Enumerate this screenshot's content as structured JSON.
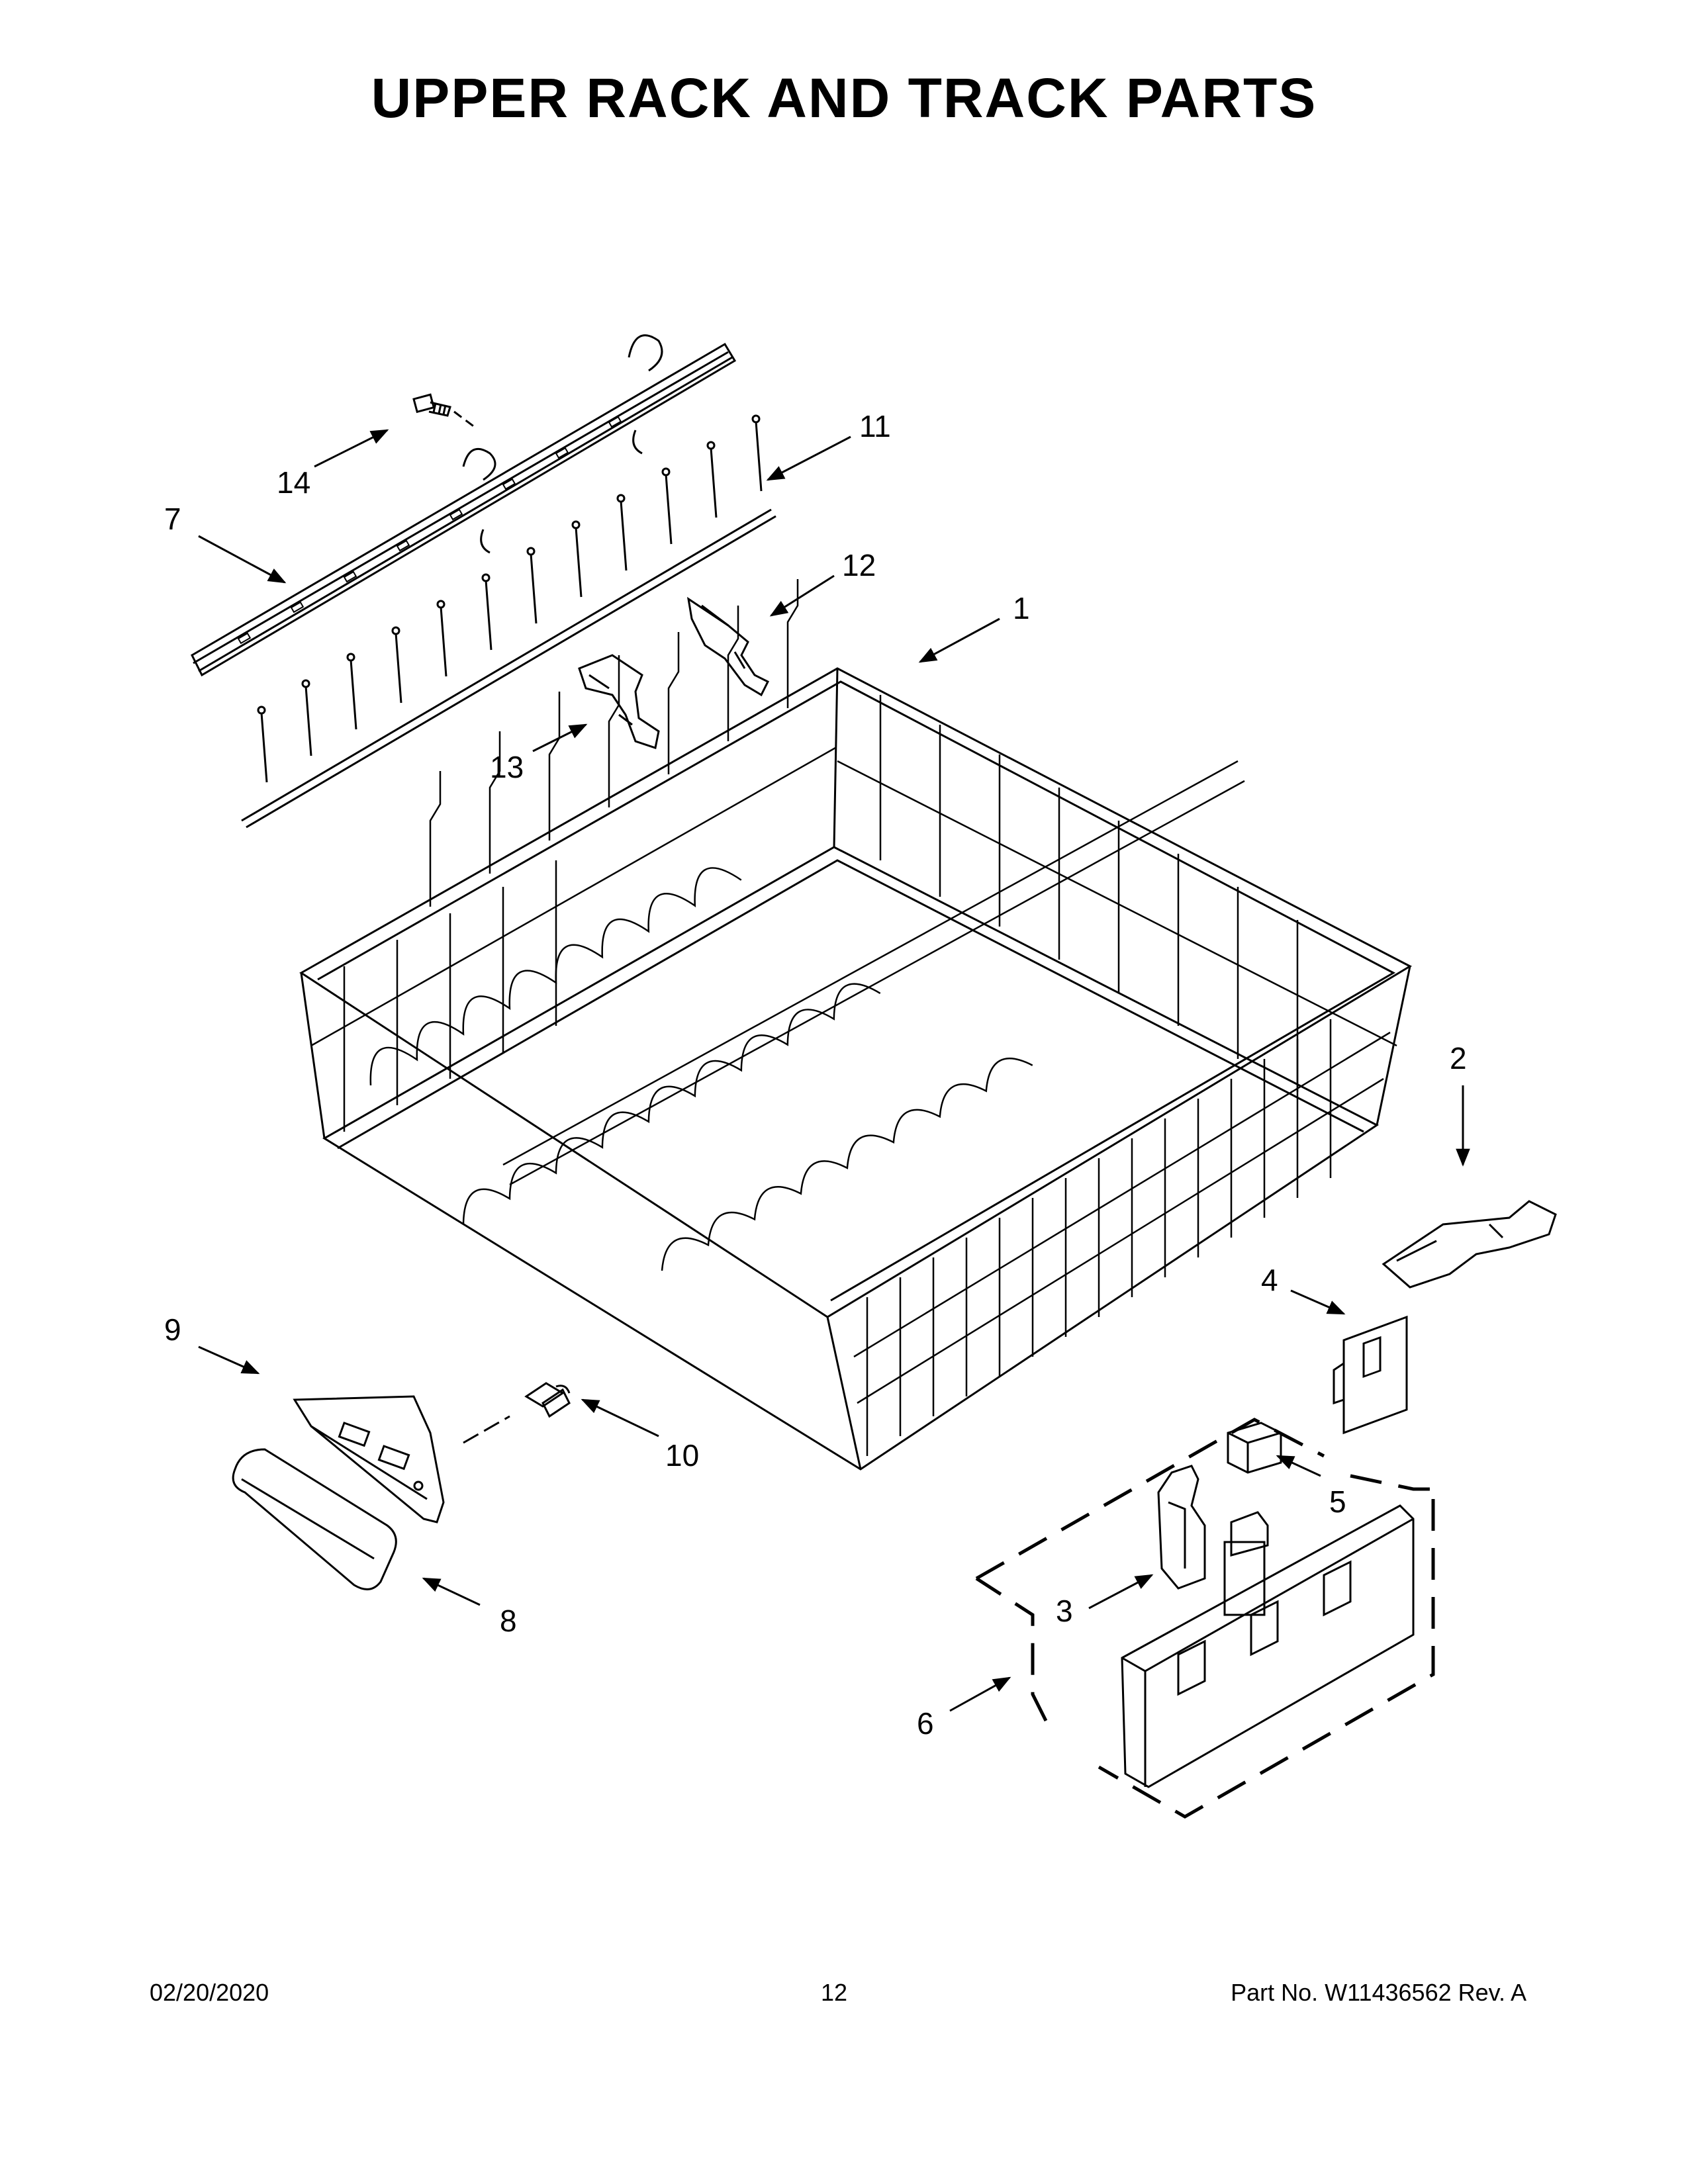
{
  "page": {
    "title": "UPPER RACK AND TRACK PARTS"
  },
  "callouts": {
    "c1": "1",
    "c2": "2",
    "c3": "3",
    "c4": "4",
    "c5": "5",
    "c6": "6",
    "c7": "7",
    "c8": "8",
    "c9": "9",
    "c10": "10",
    "c11": "11",
    "c12": "12",
    "c13": "13",
    "c14": "14"
  },
  "footer": {
    "date": "02/20/2020",
    "page_number": "12",
    "part_info": "Part No.  W11436562  Rev.  A"
  }
}
